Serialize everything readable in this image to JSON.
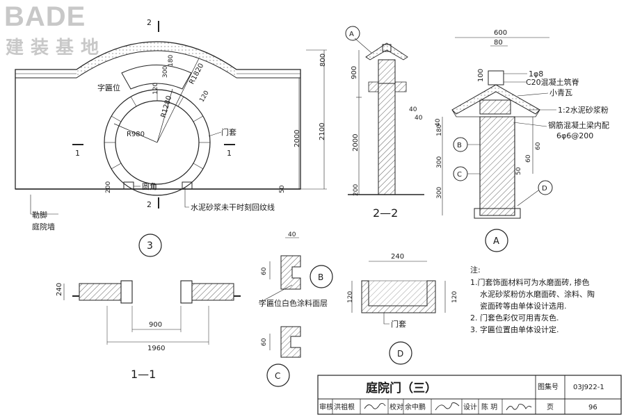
{
  "logo": {
    "brand": "BADE",
    "sub": "建装基地"
  },
  "elevation": {
    "section_mark_top": "2",
    "section_mark_bottom": "2",
    "section_left": "1",
    "section_right": "1",
    "dims": {
      "top_800": "800",
      "right_2100": "2100",
      "right_2000": "2000",
      "bottom_200": "200",
      "bottom_50": "50",
      "r1820": "R1820",
      "r1280": "R1280",
      "r980": "R980",
      "d180": "180",
      "d300": "300",
      "d120a": "120",
      "d120b": "120"
    },
    "labels": {
      "plaque": "字匾位",
      "door_cover": "门套",
      "round_corner": "圆角",
      "plinth": "勒脚",
      "yard_wall": "庭院墙",
      "mortar_note": "水泥砂浆未干时刻回纹线"
    },
    "callout": "3"
  },
  "section22": {
    "marker_a": "A",
    "d900": "900",
    "d2000": "2000",
    "d200": "200",
    "title": "2—2"
  },
  "detailA": {
    "d600": "600",
    "d80": "80",
    "d100": "100",
    "d40a": "40",
    "d40b": "40",
    "d40c": "40",
    "d180": "180",
    "d300a": "300",
    "d300b": "300",
    "d60a": "60",
    "d60b": "60",
    "d50": "50",
    "rebar1": "1φ8",
    "concrete": "C20混凝土筑脊",
    "tile": "小青瓦",
    "mortar": "1:2水泥砂浆粉",
    "beam": "钢筋混凝土梁内配",
    "beam_rebar": "6φ6@200",
    "mark_b": "B",
    "mark_c": "C",
    "mark_d": "D",
    "mark_a": "A"
  },
  "section11": {
    "d240": "240",
    "d900": "900",
    "d1960": "1960",
    "title": "1—1"
  },
  "detailB": {
    "d40": "40",
    "d60": "60",
    "mark": "B",
    "label": "字匾位白色涂料面层"
  },
  "detailC": {
    "d60": "60",
    "mark": "C"
  },
  "detailD": {
    "d240": "240",
    "d120a": "120",
    "d120b": "120",
    "label": "门套",
    "mark": "D"
  },
  "notes": {
    "heading": "注:",
    "line1": "1.门套饰面材料可为水磨面砖, 掺色",
    "line2": "水泥砂浆粉仿水磨面砖、涂料、陶",
    "line3": "瓷面砖等由单体设计选用.",
    "line4": "2. 门套色彩仅可用青灰色.",
    "line5": "3. 字匾位置由单体设计定."
  },
  "titleblock": {
    "title": "庭院门（三）",
    "atlas_label": "图集号",
    "atlas_no": "03J922-1",
    "review": "审核",
    "reviewer": "洪祖根",
    "check": "校对",
    "checker": "余中鹏",
    "design": "设计",
    "designer": "陈 玥",
    "page_label": "页",
    "page_no": "96"
  }
}
